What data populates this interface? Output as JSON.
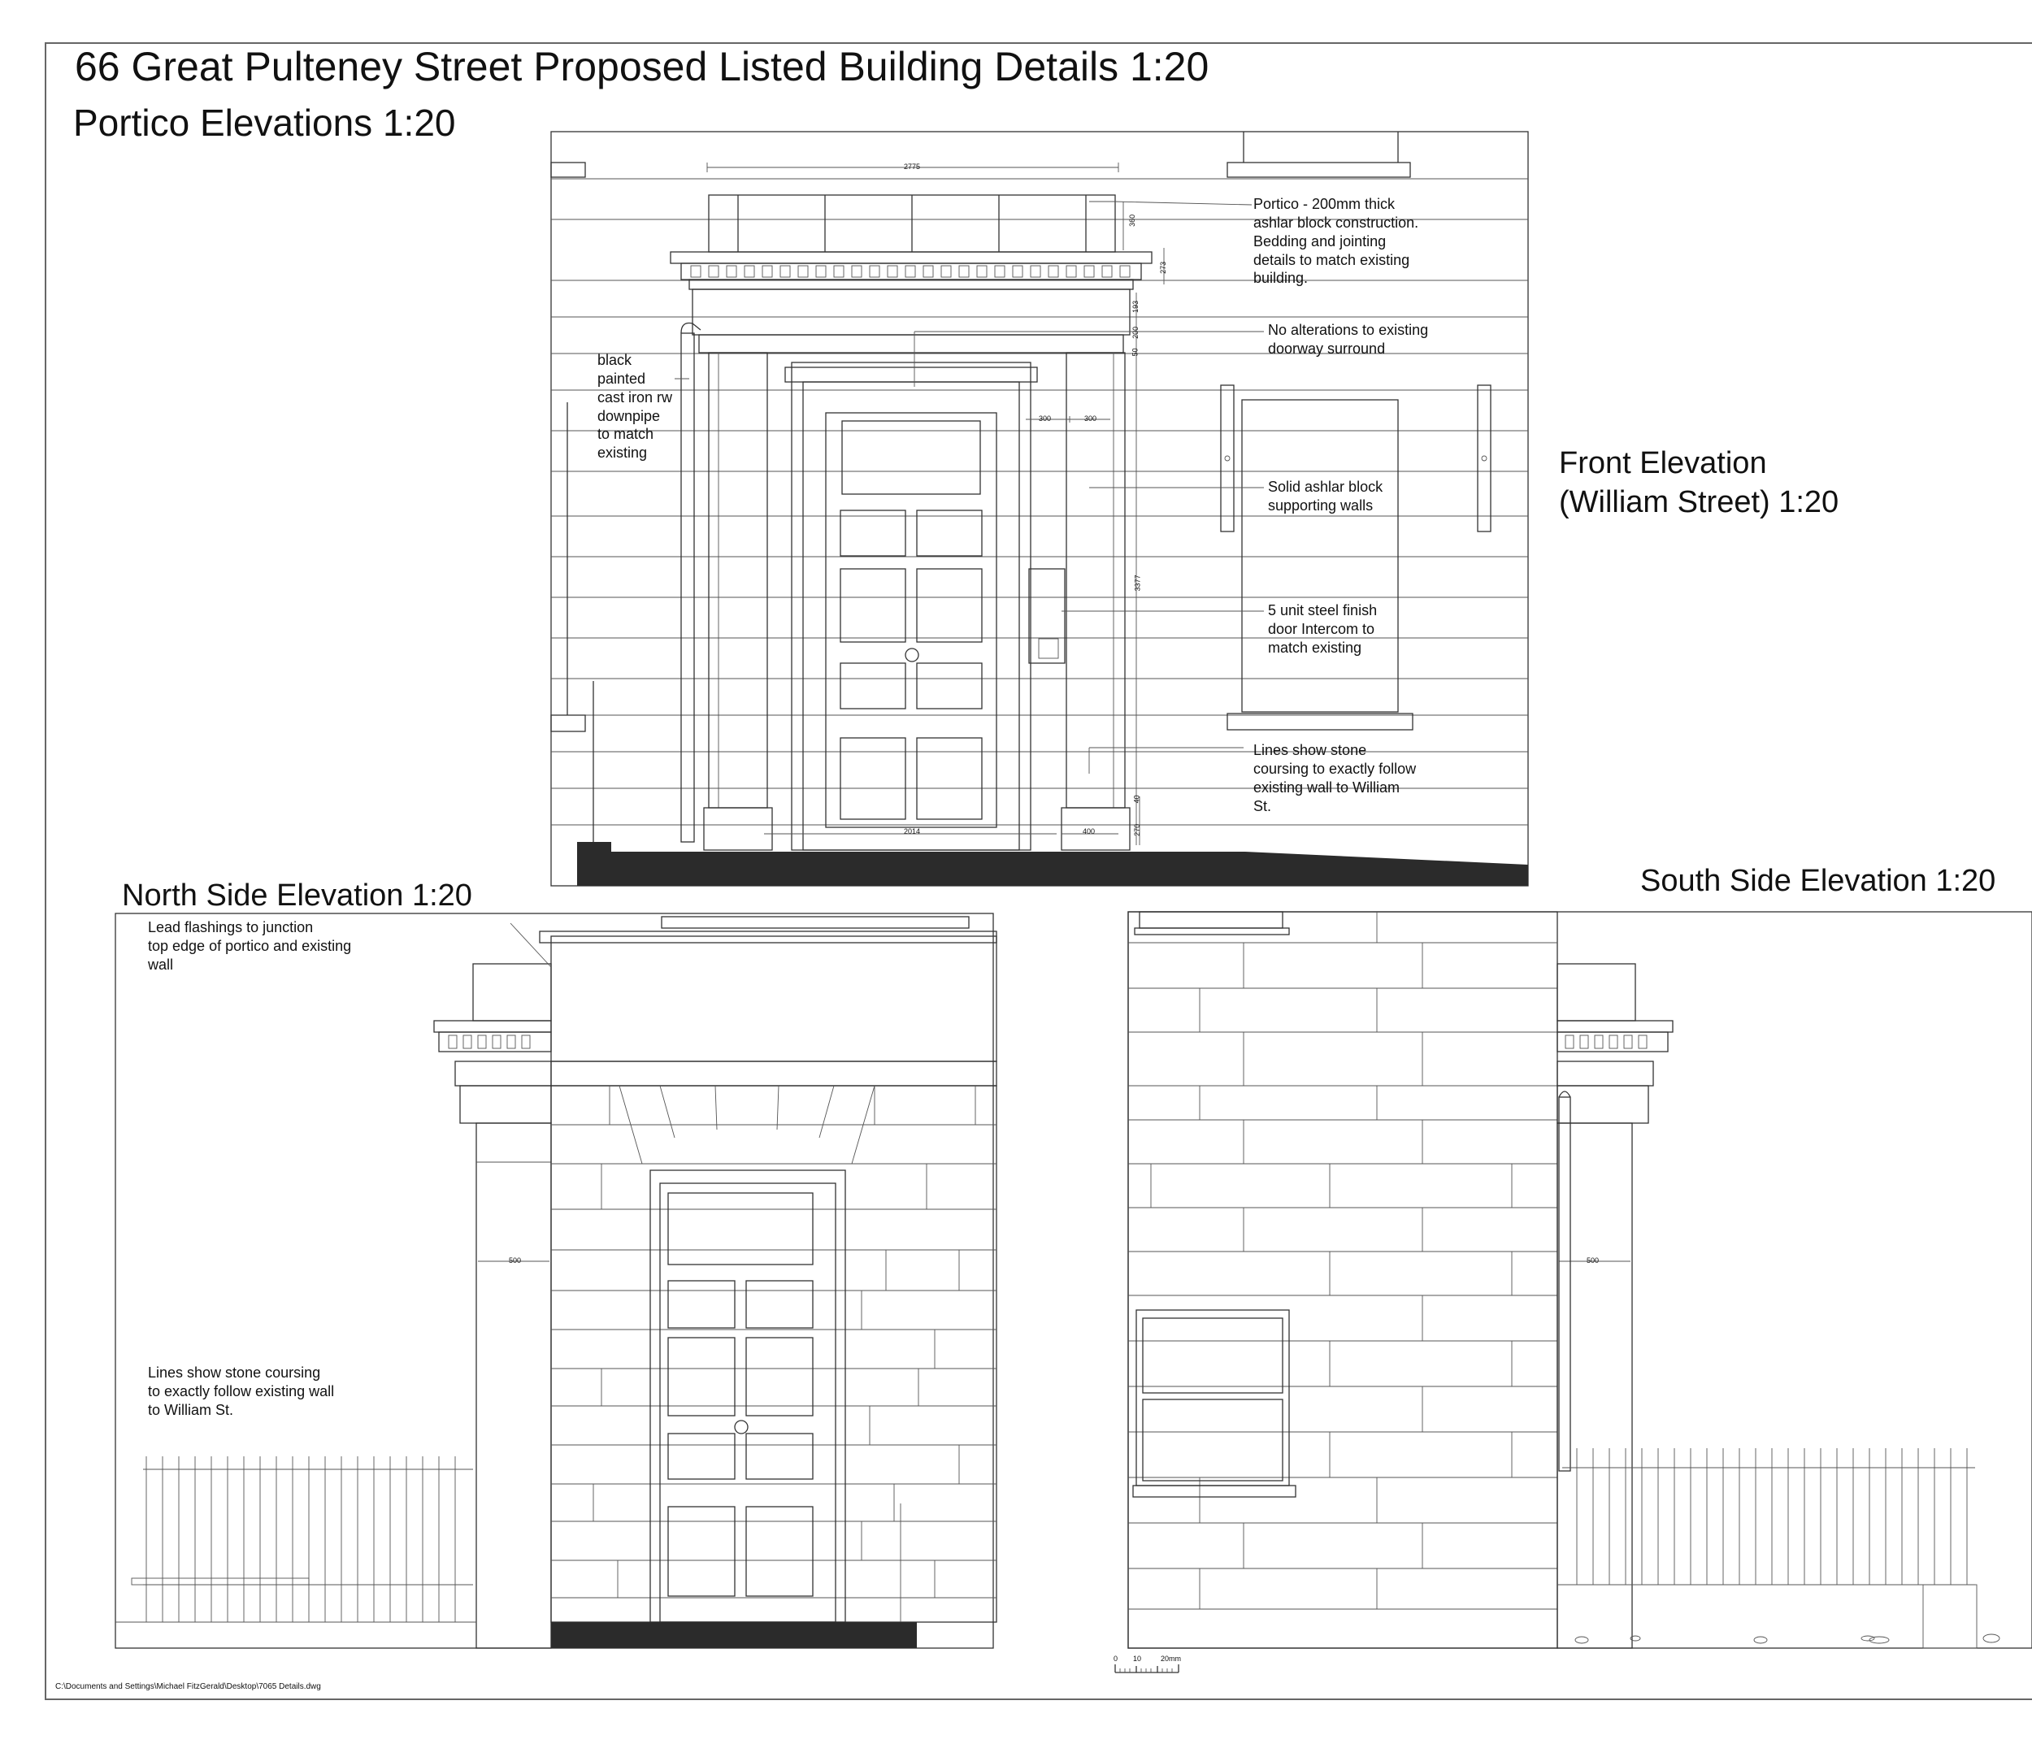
{
  "sheet": {
    "title": "66 Great Pulteney Street Proposed Listed Building Details 1:20",
    "subtitle": "Portico Elevations 1:20",
    "file_path": "C:\\Documents and Settings\\Michael FitzGerald\\Desktop\\7065 Details.dwg"
  },
  "views": {
    "front": {
      "title_line1": "Front Elevation",
      "title_line2": "(William Street) 1:20"
    },
    "north": {
      "title": "North Side Elevation 1:20"
    },
    "south": {
      "title": "South Side Elevation 1:20"
    }
  },
  "notes": {
    "portico": "Portico - 200mm thick\nashlar block construction.\nBedding and jointing\ndetails to match existing\nbuilding.",
    "doorway": "No alterations to existing\ndoorway surround",
    "downpipe": "black\npainted\ncast iron rw\ndownpipe\nto match\nexisting",
    "ashlar_walls": "Solid ashlar block\nsupporting walls",
    "intercom": "5 unit steel finish\ndoor Intercom to\nmatch existing",
    "coursing_front": "Lines show  stone\ncoursing to exactly follow\nexisting wall to William\nSt.",
    "lead_flashing": "Lead flashings to junction\ntop edge of portico and existing\nwall",
    "coursing_north": "Lines show  stone coursing\nto exactly follow existing wall\nto William St."
  },
  "dimensions": {
    "portico_width": "2775",
    "cornice_height": "360",
    "cornice_depth": "273",
    "frieze_1": "193",
    "frieze_2": "200",
    "frieze_3": "50",
    "pier_gap_a": "300",
    "pier_gap_b": "300",
    "overall_height": "3377",
    "plinth_a": "40",
    "plinth_b": "270",
    "door_opening": "2014",
    "pier_width": "400",
    "north_pier": "500",
    "south_pier": "500"
  },
  "scale_bar": {
    "ticks": [
      "0",
      "10",
      "20mm"
    ]
  }
}
